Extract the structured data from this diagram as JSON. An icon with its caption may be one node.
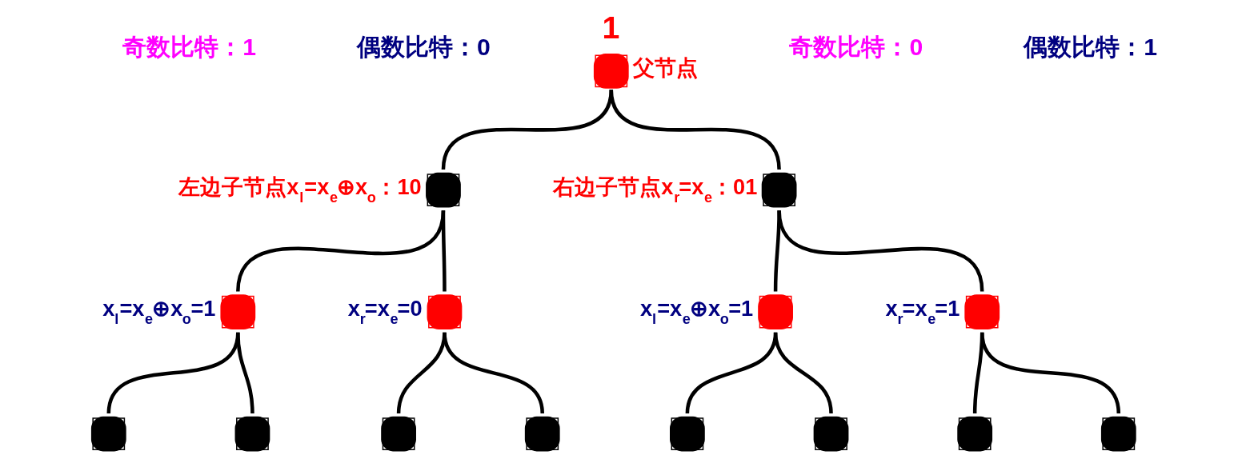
{
  "diagram": {
    "nodes": [
      {
        "text": [
          "1"
        ],
        "beside": [
          "父节点"
        ]
      },
      {
        "text": [],
        "shape": "circle",
        "beside": [
          "左边子节点x$_{l}$=x$_{e}$⊕x$_{o}$：10"
        ]
      },
      {
        "text": [],
        "shape": "circle",
        "beside": [
          "右边子节点x$_{r}$=x$_{e}$：01"
        ]
      },
      {
        "text": [],
        "shape": "circle",
        "beside": [
          "x$_{l}$=x$_{e}$⊕x$_{o}$=1"
        ]
      },
      {
        "text": [],
        "shape": "circle",
        "beside": [
          "x$_{r}$=x$_{e}$=0"
        ]
      },
      {
        "text": [],
        "shape": "circle",
        "beside": [
          "x$_{l}$=x$_{e}$⊕x$_{o}$=1"
        ]
      },
      {
        "text": [],
        "shape": "circle",
        "beside": [
          "x$_{r}$=x$_{e}$=1"
        ]
      },
      {
        "text": [],
        "shape": "circle"
      },
      {
        "text": [],
        "shape": "circle"
      },
      {
        "text": [],
        "shape": "circle"
      },
      {
        "text": [],
        "shape": "circle"
      },
      {
        "text": [],
        "shape": "circle"
      },
      {
        "text": [],
        "shape": "circle"
      },
      {
        "text": [],
        "shape": "circle"
      },
      {
        "text": [],
        "shape": "circle"
      }
    ],
    "edges": [
      {
        "from": 0,
        "to": 1,
        "arrow": "none"
      },
      {
        "from": 0,
        "to": 2,
        "arrow": "none"
      },
      {
        "from": 1,
        "to": 3,
        "arrow": "none"
      },
      {
        "from": 1,
        "to": 4,
        "arrow": "none"
      },
      {
        "from": 2,
        "to": 5,
        "arrow": "none"
      },
      {
        "from": 2,
        "to": 6,
        "arrow": "none"
      },
      {
        "from": 3,
        "to": 7,
        "arrow": "none"
      },
      {
        "from": 3,
        "to": 8,
        "arrow": "none"
      },
      {
        "from": 4,
        "to": 9,
        "arrow": "none"
      },
      {
        "from": 4,
        "to": 10,
        "arrow": "none"
      },
      {
        "from": 5,
        "to": 11,
        "arrow": "none"
      },
      {
        "from": 5,
        "to": 12,
        "arrow": "none"
      },
      {
        "from": 6,
        "to": 13,
        "arrow": "none"
      },
      {
        "from": 6,
        "to": 14,
        "arrow": "none"
      }
    ],
    "labels": [
      "奇数比特：1",
      "偶数比特：0",
      "奇数比特：0",
      "偶数比特：1"
    ]
  }
}
